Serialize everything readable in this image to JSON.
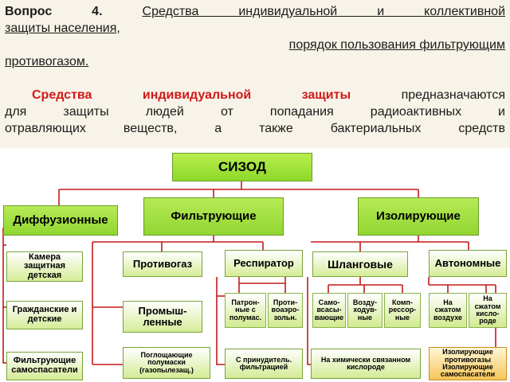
{
  "heading": {
    "q_label": "Вопрос 4",
    "q_dot": ".",
    "title_part1": "Средства индивидуальной и коллективной",
    "title_part2": "защиты населения",
    "comma": ",",
    "title_part3": "порядок пользования фильтрующим",
    "title_part4": "противогазом."
  },
  "intro": {
    "highlight": "Средства индивидуальной защиты",
    "rest_line1": "предназначаются",
    "line2": "для защиты людей от попадания радиоактивных и",
    "line3": "отравляющих веществ, а также бактериальных средств"
  },
  "diagram": {
    "root": "СИЗОД",
    "level1": [
      "Диффузионные",
      "Фильтрующие",
      "Изолирующие"
    ],
    "level2": {
      "chamber": "Камера защитная детская",
      "gasmask": "Противогаз",
      "respirator": "Респиратор",
      "hose": "Шланговые",
      "autonomous": "Автономные"
    },
    "level3": {
      "civil": "Гражданские и детские",
      "industrial": "Промыш-ленные",
      "cartridge": "Патрон-ные с полумас.",
      "anti_aerosol": "Проти-воаэро-зольн.",
      "self_suction": "Само-всасы-вающие",
      "air_blow": "Возду-ходув-ные",
      "compressor": "Комп-рессор-ные",
      "compressed_air": "На сжатом воздухе",
      "compressed_oxygen": "На сжатом кисло-роде"
    },
    "level4": {
      "filter_rescuers": "Фильтрующие самоспасатели",
      "absorbing_halfmasks": "Поглощающие полумаски (газопылезащ.)",
      "forced_filtration": "С принудитель. фильтрацией",
      "chemical_oxygen": "На химически связанном кислороде",
      "isolating_gasmasks": "Изолирующие противогазы",
      "isolating_rescuers": "Изолирующие самоспасатели"
    }
  }
}
